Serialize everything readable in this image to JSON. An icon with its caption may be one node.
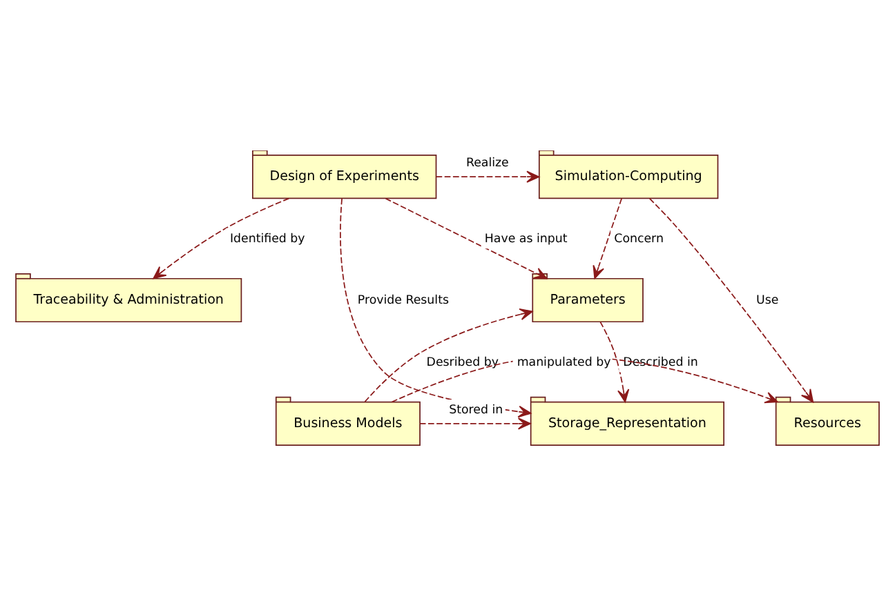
{
  "diagram": {
    "nodes": [
      {
        "text": [
          "Traceability & Administration"
        ]
      },
      {
        "text": [
          "Simulation-Computing"
        ]
      },
      {
        "text": [
          "Design of Experiments"
        ]
      },
      {
        "text": [
          "Parameters"
        ]
      },
      {
        "text": [
          "Resources"
        ]
      },
      {
        "text": [
          "Business Models"
        ]
      },
      {
        "text": [
          "Storage_Representation"
        ]
      }
    ],
    "edges": [
      {
        "from": 2,
        "to": 0,
        "arrow": "to",
        "label": "Identified by",
        "style": "dashed"
      },
      {
        "from": 2,
        "to": 1,
        "arrow": "to",
        "label": "Realize",
        "style": "dashed"
      },
      {
        "from": 1,
        "to": 3,
        "arrow": "to",
        "label": "Concern",
        "style": "dashed"
      },
      {
        "from": 2,
        "to": 3,
        "arrow": "to",
        "label": "Have as input",
        "style": "dashed"
      },
      {
        "from": 1,
        "to": 4,
        "arrow": "to",
        "label": "Use",
        "style": "dashed"
      },
      {
        "from": 2,
        "to": 6,
        "arrow": "to",
        "label": "Provide Results",
        "style": "dashed"
      },
      {
        "from": 5,
        "to": 3,
        "arrow": "to",
        "label": "Desribed by",
        "style": "dashed"
      },
      {
        "from": 3,
        "to": 6,
        "arrow": "to",
        "label": "Described in",
        "style": "dashed"
      },
      {
        "from": 5,
        "to": 4,
        "arrow": "to",
        "label": "manipulated by",
        "style": "dashed"
      },
      {
        "from": 5,
        "to": 6,
        "arrow": "to",
        "label": "Stored in",
        "style": "dashed"
      }
    ]
  }
}
